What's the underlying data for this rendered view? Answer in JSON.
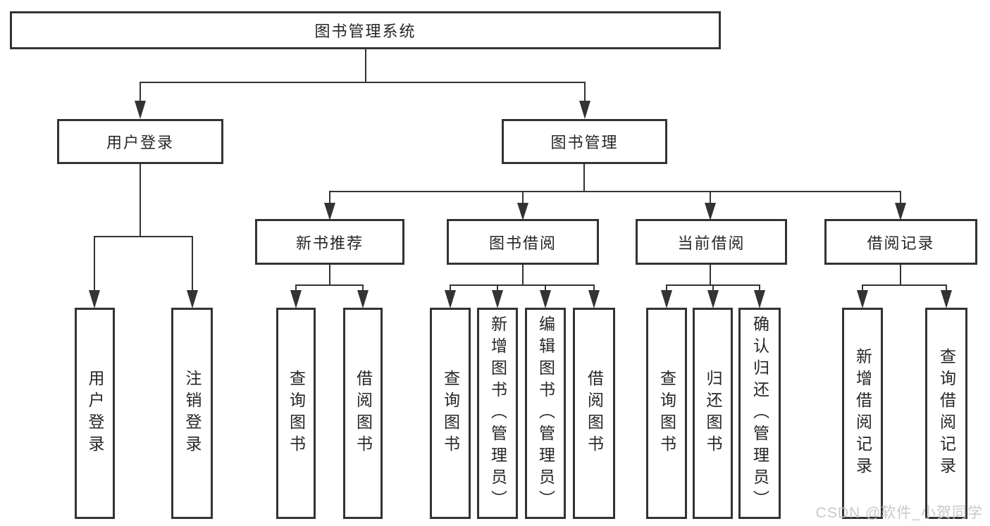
{
  "colors": {
    "background": "#ffffff",
    "line": "#333333",
    "box_border": "#333333",
    "text": "#262626",
    "watermark": "#c5c5c5"
  },
  "watermark": {
    "text": "CSDN @软件_小贺同学"
  },
  "diagram": {
    "type": "hierarchy-tree",
    "root": {
      "label": "图书管理系统",
      "children": [
        {
          "label": "用户登录",
          "children": [
            {
              "label": "用户登录"
            },
            {
              "label": "注销登录"
            }
          ]
        },
        {
          "label": "图书管理",
          "children": [
            {
              "label": "新书推荐",
              "children": [
                {
                  "label": "查询图书"
                },
                {
                  "label": "借阅图书"
                }
              ]
            },
            {
              "label": "图书借阅",
              "children": [
                {
                  "label": "查询图书"
                },
                {
                  "label": "新增图书（管理员）"
                },
                {
                  "label": "编辑图书（管理员）"
                },
                {
                  "label": "借阅图书"
                }
              ]
            },
            {
              "label": "当前借阅",
              "children": [
                {
                  "label": "查询图书"
                },
                {
                  "label": "归还图书"
                },
                {
                  "label": "确认归还（管理员）"
                }
              ]
            },
            {
              "label": "借阅记录",
              "children": [
                {
                  "label": "新增借阅记录"
                },
                {
                  "label": "查询借阅记录"
                }
              ]
            }
          ]
        }
      ]
    }
  }
}
